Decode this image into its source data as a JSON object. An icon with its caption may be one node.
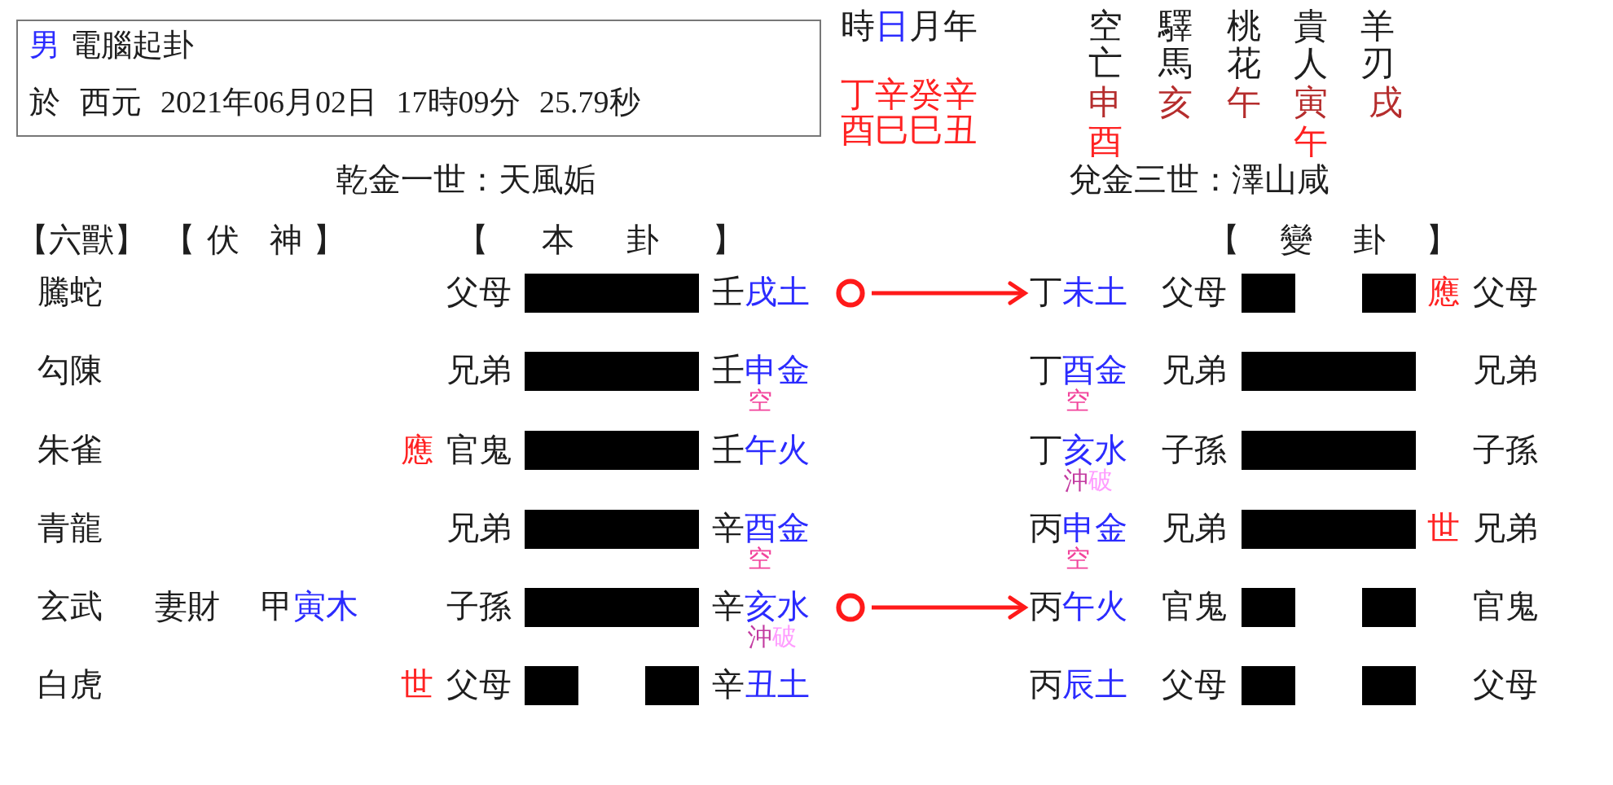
{
  "diagram": {
    "nodes": [
      {
        "text": [
          "男",
          "電腦起卦",
          "於 西元 2021年06月02日 17時09分 25.79秒"
        ]
      },
      {
        "text": [],
        "shape": "circle"
      },
      {
        "text": [
          "丁未土"
        ]
      },
      {
        "text": [],
        "shape": "circle"
      },
      {
        "text": [
          "丙午火"
        ]
      }
    ],
    "edges": [
      {
        "from": 1,
        "to": 2,
        "arrow": "to"
      },
      {
        "from": 3,
        "to": 4,
        "arrow": "to"
      }
    ],
    "labels": [
      "時日月年",
      "空亡",
      "驛馬",
      "桃花",
      "貴人",
      "羊刃",
      "丁辛癸辛",
      "申",
      "亥",
      "午",
      "寅",
      "戌",
      "酉巳巳丑",
      "酉",
      "午",
      "乾金一世：天風姤",
      "兌金三世：澤山咸",
      "【六獸】",
      "【伏 神】",
      "【 本 卦 】",
      "【 變 卦 】",
      "騰蛇",
      "父母",
      "壬戌土",
      "父母",
      "應",
      "父母",
      "勾陳",
      "兄弟",
      "壬申金",
      "丁酉金",
      "兄弟",
      "兄弟",
      "空",
      "空",
      "朱雀",
      "應",
      "官鬼",
      "壬午火",
      "丁亥水",
      "子孫",
      "子孫",
      "沖破",
      "青龍",
      "兄弟",
      "辛酉金",
      "丙申金",
      "兄弟",
      "世",
      "兄弟",
      "空",
      "空",
      "玄武",
      "妻財",
      "甲寅木",
      "子孫",
      "辛亥水",
      "官鬼",
      "官鬼",
      "沖破",
      "白虎",
      "世",
      "父母",
      "辛丑土",
      "丙辰土",
      "父母",
      "父母"
    ]
  }
}
